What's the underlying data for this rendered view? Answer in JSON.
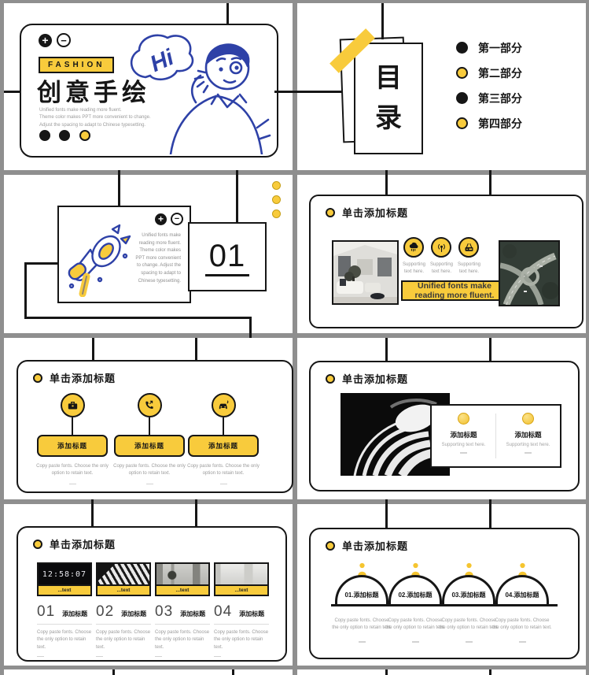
{
  "colors": {
    "accent_yellow": "#F8CB3C",
    "ink_black": "#161616",
    "muted_text": "#9b9b9b",
    "frame_gray": "#8f8f8f",
    "illustration_blue": "#2e41a7"
  },
  "cover": {
    "badge": "FASHION",
    "title": "创意手绘",
    "desc_lines": [
      "Unified fonts make reading more fluent.",
      "Theme color makes PPT more convenient to change.",
      "Adjust the spacing to adapt to Chinese typesetting."
    ],
    "speech_bubble": "Hi"
  },
  "toc": {
    "title_chars": [
      "目",
      "录"
    ],
    "items": [
      {
        "label": "第一部分",
        "bullet": "black"
      },
      {
        "label": "第二部分",
        "bullet": "yellow"
      },
      {
        "label": "第三部分",
        "bullet": "black"
      },
      {
        "label": "第四部分",
        "bullet": "yellow"
      }
    ]
  },
  "section01": {
    "number": "01",
    "desc": "Unified fonts make reading more fluent. Theme color makes PPT more convenient to change. Adjust the spacing to adapt to Chinese typesetting."
  },
  "slide_icons_photos": {
    "title": "单击添加标题",
    "icons": [
      {
        "name": "cloud-rain-icon",
        "caption": "Supporting text here."
      },
      {
        "name": "broadcast-icon",
        "caption": "Supporting text here."
      },
      {
        "name": "radio-icon",
        "caption": "Supporting text here."
      }
    ],
    "banner": "Unified fonts make reading more fluent."
  },
  "slide_three_items": {
    "title": "单击添加标题",
    "items": [
      {
        "icon": "briefcase-icon",
        "label": "添加标题",
        "body": "Copy paste fonts. Choose the only option to retain text."
      },
      {
        "icon": "phone-icon",
        "label": "添加标题",
        "body": "Copy paste fonts. Choose the only option to retain text."
      },
      {
        "icon": "car-icon",
        "label": "添加标题",
        "body": "Copy paste fonts. Choose the only option to retain text."
      }
    ]
  },
  "slide_photo_card": {
    "title": "单击添加标题",
    "cards": [
      {
        "label": "添加标题",
        "caption": "Supporting text here."
      },
      {
        "label": "添加标题",
        "caption": "Supporting text here."
      }
    ]
  },
  "slide_four_columns": {
    "title": "单击添加标题",
    "clock_time": "12:58:07",
    "columns": [
      {
        "tag": "...text",
        "num": "01",
        "label": "添加标题",
        "body": "Copy paste fonts. Choose the only option to retain text."
      },
      {
        "tag": "...text",
        "num": "02",
        "label": "添加标题",
        "body": "Copy paste fonts. Choose the only option to retain text."
      },
      {
        "tag": "...text",
        "num": "03",
        "label": "添加标题",
        "body": "Copy paste fonts. Choose the only option to retain text."
      },
      {
        "tag": "...text",
        "num": "04",
        "label": "添加标题",
        "body": "Copy paste fonts. Choose the only option to retain text."
      }
    ]
  },
  "slide_domes": {
    "title": "单击添加标题",
    "items": [
      {
        "label": "01.添加标题",
        "body": "Copy paste fonts. Choose the only option to retain text."
      },
      {
        "label": "02.添加标题",
        "body": "Copy paste fonts. Choose the only option to retain text."
      },
      {
        "label": "03.添加标题",
        "body": "Copy paste fonts. Choose the only option to retain text."
      },
      {
        "label": "04.添加标题",
        "body": "Copy paste fonts. Choose the only option to retain text."
      }
    ]
  }
}
